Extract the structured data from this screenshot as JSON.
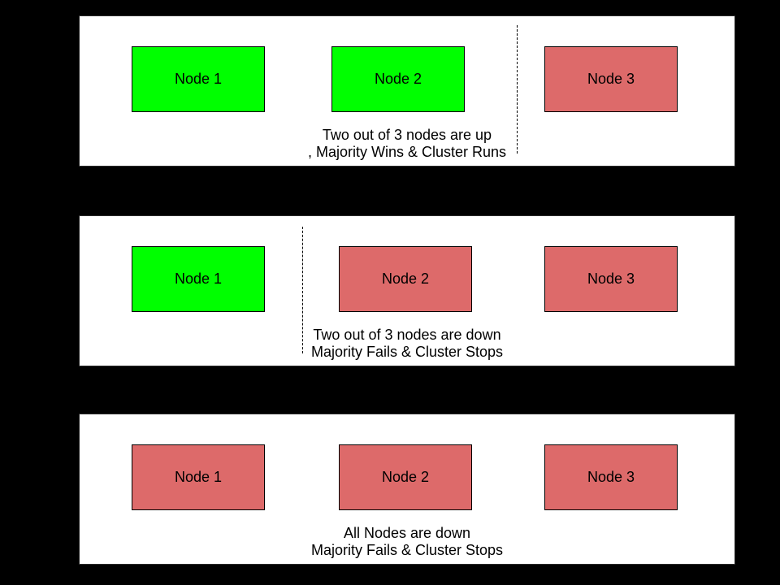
{
  "colors": {
    "canvas_background": "#000000",
    "panel_background": "#ffffff",
    "node_up": "#00ff00",
    "node_down": "#dd6a6a",
    "border": "#000000",
    "text": "#000000"
  },
  "panels": [
    {
      "scenario": "two-nodes-up",
      "nodes": [
        {
          "label": "Node 1",
          "status": "up"
        },
        {
          "label": "Node 2",
          "status": "up"
        },
        {
          "label": "Node 3",
          "status": "down"
        }
      ],
      "divider": "between-node-2-and-node-3",
      "caption": {
        "line1": "Two out of 3 nodes are up",
        "line2": ", Majority Wins & Cluster Runs"
      }
    },
    {
      "scenario": "two-nodes-down",
      "nodes": [
        {
          "label": "Node 1",
          "status": "up"
        },
        {
          "label": "Node 2",
          "status": "down"
        },
        {
          "label": "Node 3",
          "status": "down"
        }
      ],
      "divider": "between-node-1-and-node-2",
      "caption": {
        "line1": "Two out of 3 nodes are down",
        "line2": "Majority Fails & Cluster Stops"
      }
    },
    {
      "scenario": "all-nodes-down",
      "nodes": [
        {
          "label": "Node 1",
          "status": "down"
        },
        {
          "label": "Node 2",
          "status": "down"
        },
        {
          "label": "Node 3",
          "status": "down"
        }
      ],
      "divider": null,
      "caption": {
        "line1": "All Nodes are down",
        "line2": "Majority Fails & Cluster Stops"
      }
    }
  ]
}
